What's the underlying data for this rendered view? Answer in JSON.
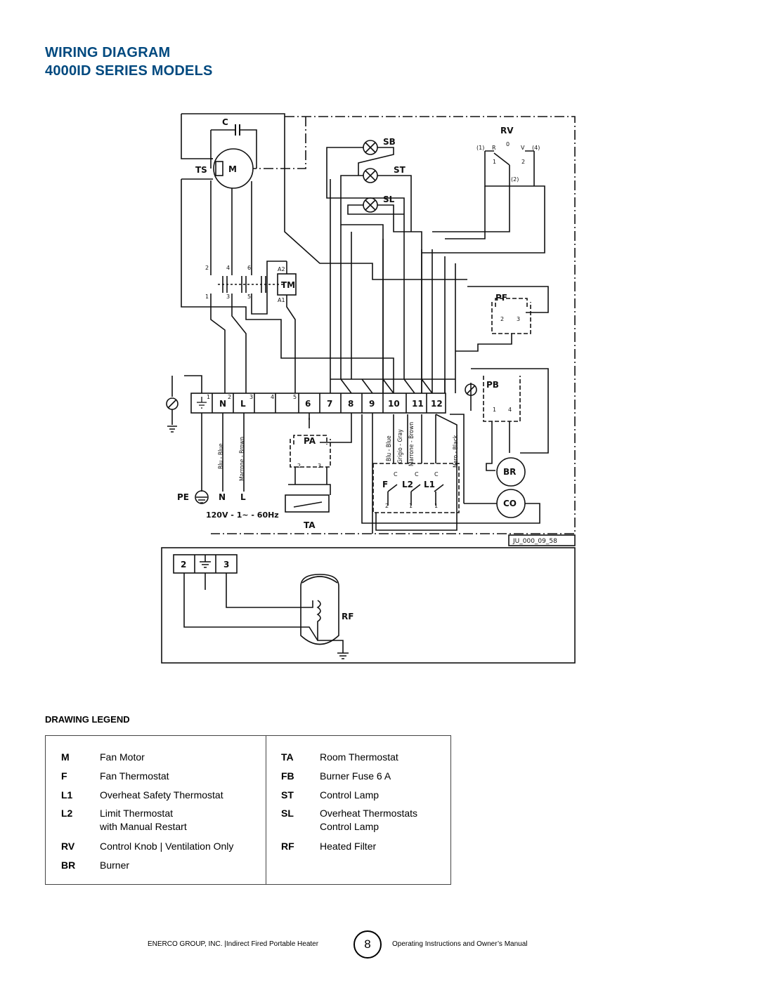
{
  "title": {
    "line1": "WIRING DIAGRAM",
    "line2": "4000ID SERIES MODELS"
  },
  "diagram": {
    "components": {
      "capacitor": "C",
      "motor": "M",
      "thermal_switch": "TS",
      "timer_relay": "TM",
      "lamp_sb": "SB",
      "lamp_st": "ST",
      "lamp_sl": "SL",
      "control_knob": "RV",
      "pf": "PF",
      "pb": "PB",
      "pa": "PA",
      "burner": "BR",
      "co": "CO",
      "room_thermostat": "TA",
      "fan_thermostat": "F",
      "limit_thermostat": "L2",
      "overheat_thermostat": "L1",
      "heated_filter": "RF",
      "protective_earth": "PE"
    },
    "terminal_block": [
      "",
      "N",
      "L",
      "",
      "",
      "6",
      "7",
      "8",
      "9",
      "10",
      "11",
      "12"
    ],
    "terminal_numbers": [
      "1",
      "2",
      "3",
      "4",
      "5"
    ],
    "contact_numbers_top": [
      "2",
      "4",
      "6"
    ],
    "contact_numbers_bottom": [
      "1",
      "3",
      "5"
    ],
    "tm_pins": [
      "A2",
      "A1"
    ],
    "rv_terminals": [
      "(1)",
      "R",
      "0",
      "V",
      "(4)",
      "1",
      "2",
      "(2)"
    ],
    "pf_pins": [
      "2",
      "3"
    ],
    "pb_pins": [
      "1",
      "4"
    ],
    "pa_pins": [
      "2",
      "3"
    ],
    "thermostat_pins": [
      "C",
      "C",
      "C",
      "2",
      "1",
      "1"
    ],
    "wire_colors": [
      "Blu - Blue",
      "Marrone - Brown",
      "Blu - Blue",
      "Grigio - Gray",
      "Marrone - Brown",
      "Nero - Black"
    ],
    "supply_labels": [
      "N",
      "L"
    ],
    "supply_rating": "120V - 1~ - 60Hz",
    "drawing_code": "JU_000_09_58",
    "filter_terminals": [
      "2",
      "3"
    ]
  },
  "legend": {
    "heading": "DRAWING LEGEND",
    "left": [
      {
        "code": "M",
        "desc": "Fan Motor"
      },
      {
        "code": "F",
        "desc": "Fan Thermostat"
      },
      {
        "code": "L1",
        "desc": "Overheat Safety Thermostat"
      },
      {
        "code": "L2",
        "desc": "Limit Thermostat",
        "desc2": "with Manual Restart"
      },
      {
        "code": "RV",
        "desc": "Control Knob | Ventilation Only"
      },
      {
        "code": "BR",
        "desc": "Burner"
      }
    ],
    "right": [
      {
        "code": "TA",
        "desc": "Room Thermostat"
      },
      {
        "code": "FB",
        "desc": "Burner Fuse 6 A"
      },
      {
        "code": "ST",
        "desc": "Control Lamp"
      },
      {
        "code": "SL",
        "desc": "Overheat Thermostats",
        "desc2": "Control Lamp"
      },
      {
        "code": "RF",
        "desc": "Heated Filter"
      }
    ]
  },
  "footer": {
    "left": "ENERCO GROUP, INC. |Indirect Fired Portable Heater",
    "page": "8",
    "right": "Operating Instructions and Owner’s Manual"
  }
}
